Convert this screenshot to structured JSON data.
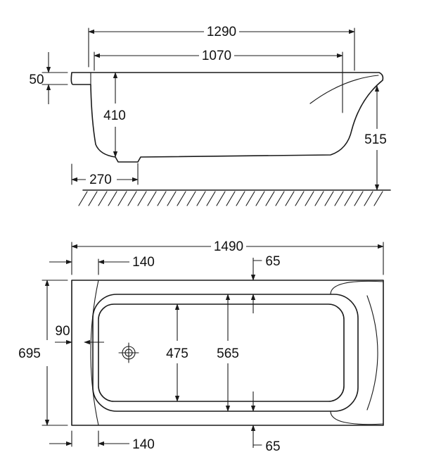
{
  "side_view": {
    "total_length": "1290",
    "inner_length": "1070",
    "rim_height": "50",
    "inner_depth": "410",
    "total_height": "515",
    "foot_offset": "270"
  },
  "top_view": {
    "total_length": "1490",
    "head_offset_top": "140",
    "head_offset_bottom": "140",
    "rim_top": "65",
    "rim_bottom": "65",
    "total_width": "695",
    "end_rim": "90",
    "inner_width": "475",
    "mid_width": "565"
  }
}
